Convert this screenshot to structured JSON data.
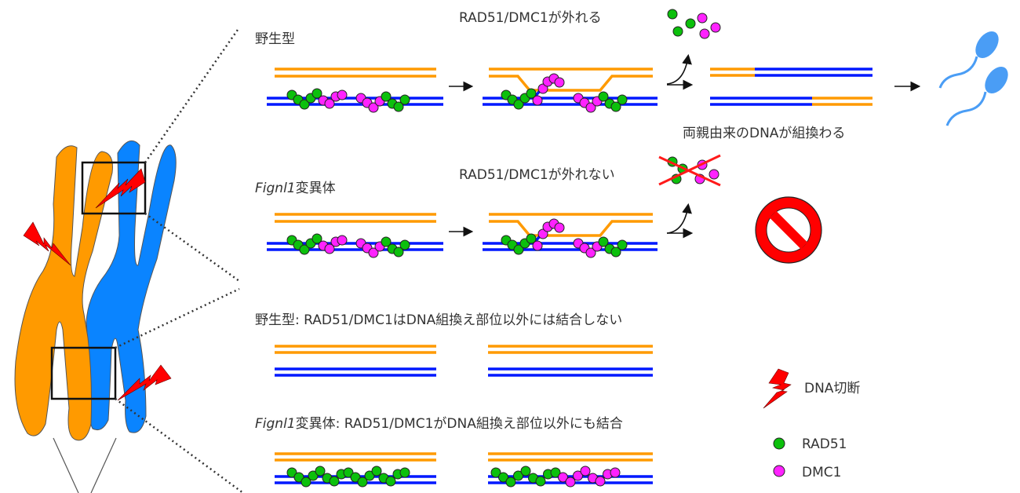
{
  "colors": {
    "orange": "#ff9a00",
    "blue": "#0018ff",
    "rad51": "#0cc00c",
    "dmc1": "#ff22ff",
    "chromo_orange": "#ff9a00",
    "chromo_blue": "#0a84ff",
    "bolt": "#ff0000",
    "sperm": "#4a9df5"
  },
  "wild_type": {
    "label": "野生型",
    "release_label": "RAD51/DMC1が外れる",
    "result_label": "両親由来のDNAが組換わる"
  },
  "mutant": {
    "gene": "Fignl1",
    "label_suffix": "変異体",
    "no_release_label": "RAD51/DMC1が外れない"
  },
  "wild_type_binding": {
    "label": "野生型: RAD51/DMC1はDNA組換え部位以外には結合しない"
  },
  "mutant_binding": {
    "gene": "Fignl1",
    "label_suffix": "変異体: RAD51/DMC1がDNA組換え部位以外にも結合"
  },
  "legend": {
    "dna_break": "DNA切断",
    "rad51": "RAD51",
    "dmc1": "DMC1"
  }
}
